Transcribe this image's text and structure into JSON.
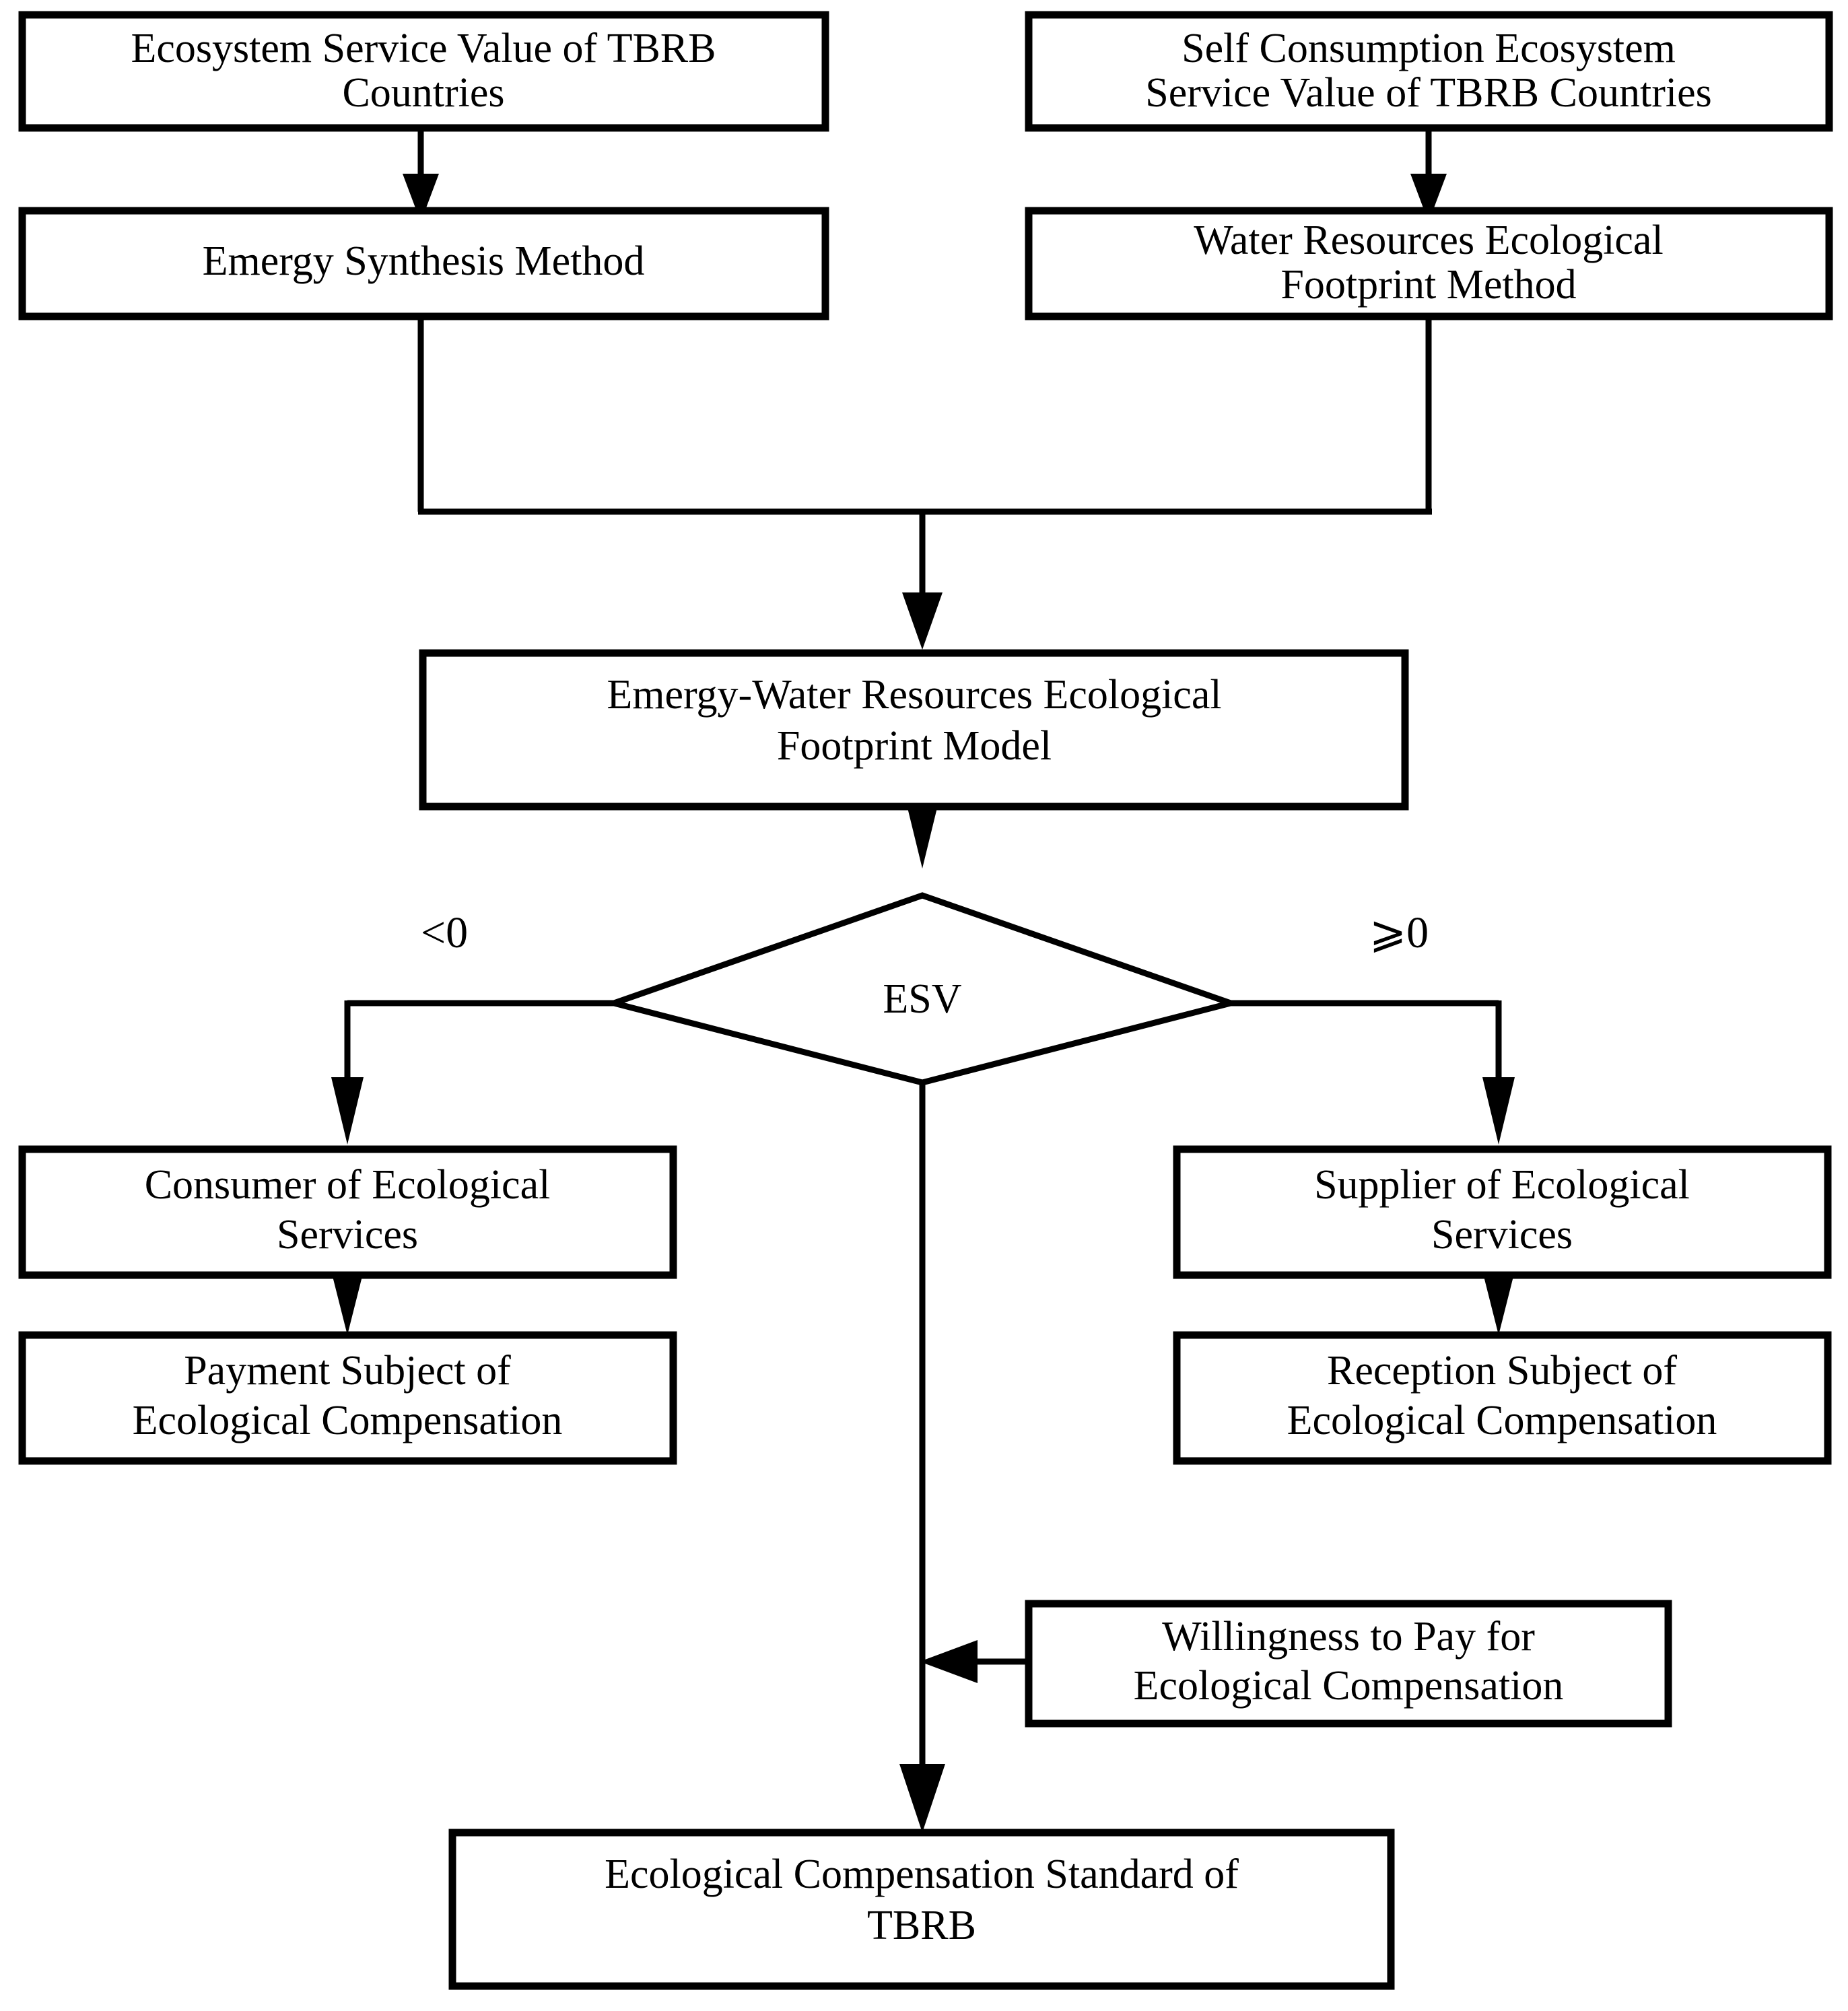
{
  "diagram": {
    "type": "flowchart",
    "orientation": "top-to-bottom",
    "background_color": "#ffffff",
    "stroke_color": "#000000",
    "nodes": {
      "esv_tbrb": {
        "label": "Ecosystem Service Value of TBRB Countries",
        "shape": "rectangle"
      },
      "self_consumption_esv": {
        "label": "Self Consumption Ecosystem Service Value of TBRB Countries",
        "shape": "rectangle"
      },
      "emergy_synthesis": {
        "label": "Emergy Synthesis Method",
        "shape": "rectangle"
      },
      "water_footprint": {
        "label": "Water Resources Ecological Footprint Method",
        "shape": "rectangle"
      },
      "ewref_model": {
        "label": "Emergy-Water Resources Ecological Footprint Model",
        "shape": "rectangle"
      },
      "decision": {
        "label": "ESV",
        "shape": "diamond"
      },
      "consumer": {
        "label": "Consumer of Ecological Services",
        "shape": "rectangle"
      },
      "supplier": {
        "label": "Supplier of Ecological Services",
        "shape": "rectangle"
      },
      "payment_subject": {
        "label": "Payment Subject of Ecological Compensation",
        "shape": "rectangle"
      },
      "reception_subject": {
        "label": "Reception Subject of Ecological Compensation",
        "shape": "rectangle"
      },
      "willingness": {
        "label": "Willingness to Pay for Ecological Compensation",
        "shape": "rectangle"
      },
      "standard": {
        "label": "Ecological Compensation Standard of TBRB",
        "shape": "rectangle"
      }
    },
    "node_lines": {
      "esv_tbrb": [
        "Ecosystem Service Value of TBRB",
        "Countries"
      ],
      "self_consumption_esv": [
        "Self Consumption Ecosystem",
        "Service Value of TBRB Countries"
      ],
      "emergy_synthesis": [
        "Emergy Synthesis Method"
      ],
      "water_footprint": [
        "Water Resources Ecological",
        "Footprint Method"
      ],
      "ewref_model": [
        "Emergy-Water Resources Ecological",
        "Footprint Model"
      ],
      "consumer": [
        "Consumer of Ecological",
        "Services"
      ],
      "supplier": [
        "Supplier of Ecological",
        "Services"
      ],
      "payment_subject": [
        "Payment Subject of",
        "Ecological Compensation"
      ],
      "reception_subject": [
        "Reception Subject of",
        "Ecological Compensation"
      ],
      "willingness": [
        "Willingness to Pay for",
        "Ecological Compensation"
      ],
      "standard": [
        "Ecological Compensation Standard of",
        "TBRB"
      ]
    },
    "branch_labels": {
      "negative": "<0",
      "non_negative": "⩾0"
    }
  }
}
